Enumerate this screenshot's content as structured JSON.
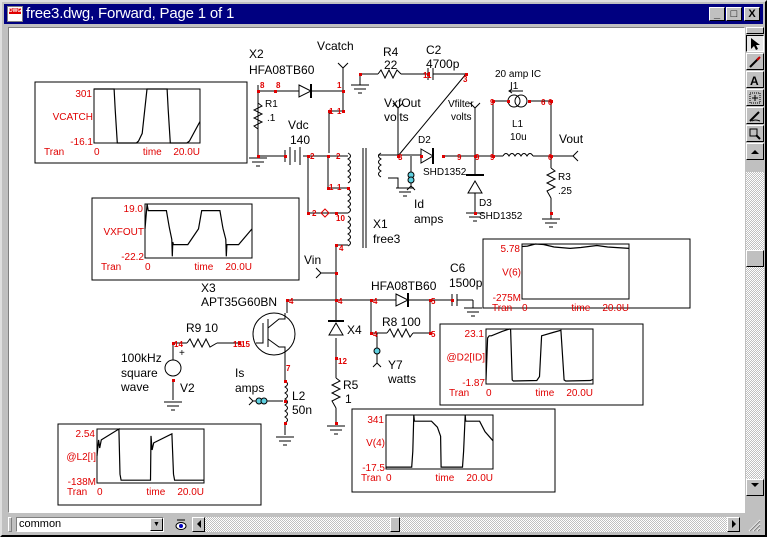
{
  "window": {
    "title": "free3.dwg, Forward, Page 1 of 1",
    "icon": "dwg-file-icon",
    "icon_label": "DWG",
    "buttons": {
      "minimize": "_",
      "maximize": "□",
      "close": "X"
    }
  },
  "toolbar": {
    "tools": [
      {
        "name": "pointer-tool",
        "icon": "arrow-pointer-icon"
      },
      {
        "name": "wire-tool",
        "icon": "pencil-icon"
      },
      {
        "name": "text-tool",
        "icon": "text-A-icon",
        "glyph": "A"
      },
      {
        "name": "part-tool",
        "icon": "dotted-box-icon"
      },
      {
        "name": "probe-tool",
        "icon": "probe-pen-icon"
      },
      {
        "name": "zoom-tool",
        "icon": "magnifier-icon"
      }
    ]
  },
  "bottom": {
    "group_combo_value": "common",
    "eye_icon": "eye-icon"
  },
  "colors": {
    "node": "#e00000",
    "wire": "#000000",
    "probe": "#60d0e0",
    "titlebar": "#000080"
  },
  "schematic": {
    "labels": {
      "x2": "X2",
      "x2_model": "HFA08TB60",
      "vcatch": "Vcatch",
      "r4": "R4",
      "r4_val": "22",
      "c2": "C2",
      "c2_val": "4700p",
      "i1_note": "20 amp IC",
      "i1": "I1",
      "r1": "R1",
      "r1_val": ".1",
      "vdc": "Vdc",
      "vdc_val": "140",
      "vxfout": "VxfOut",
      "vxfout_unit": "volts",
      "vfilter": "Vfilter",
      "vfilter_unit": "volts",
      "l1": "L1",
      "l1_val": "10u",
      "vout": "Vout",
      "d2": "D2",
      "d2_model": "SHD1352",
      "r3": "R3",
      "r3_val": ".25",
      "id": "Id",
      "id_unit": "amps",
      "d3": "D3",
      "d3_model": "SHD1352",
      "x1": "X1",
      "x1_model": "free3",
      "vin": "Vin",
      "c6": "C6",
      "c6_val": "1500p",
      "x3": "X3",
      "x3_model": "APT35G60BN",
      "d_hfa": "HFA08TB60",
      "r9": "R9 10",
      "r8": "R8 100",
      "x4": "X4",
      "y7": "Y7",
      "y7_unit": "watts",
      "v2_desc1": "100kHz",
      "v2_desc2": "square",
      "v2_desc3": "wave",
      "v2": "V2",
      "v2_plus": "+",
      "is": "Is",
      "is_unit": "amps",
      "l2": "L2",
      "l2_val": "50n",
      "r5": "R5",
      "r5_val": "1"
    },
    "nodes": {
      "n8a": "8",
      "n8b": "8",
      "n1a": "1",
      "n11": "11",
      "n3a": "3",
      "n9a": "9",
      "n6a": "6",
      "n6b": "6",
      "n1b": "1",
      "n1c": "1",
      "n2a": "2",
      "n2b": "2",
      "n3b": "3",
      "n9b": "9",
      "n9c": "9",
      "n9d": "9",
      "n6c": "6",
      "n1d": "1",
      "n1e": "1",
      "n2c": "2",
      "n10": "10",
      "n4a": "4",
      "n4b": "4",
      "n4c": "4",
      "n4d": "4",
      "n5a": "5",
      "n5b": "5",
      "n4e": "4",
      "n14": "14",
      "n15a": "15",
      "n15b": "15",
      "n7": "7",
      "n12": "12"
    }
  },
  "chart_data": [
    {
      "type": "line",
      "name": "vcatch-plot",
      "analysis": "Tran",
      "ylabel": "VCATCH",
      "xlabel": "time",
      "xlim": [
        0,
        20.0
      ],
      "xtick_labels": [
        "0",
        "20.0U"
      ],
      "ylim": [
        -16.1,
        301
      ],
      "ytick_labels": [
        "301",
        "-16.1"
      ],
      "x": [
        0,
        3.8,
        4.0,
        4.4,
        8.0,
        8.4,
        9.1,
        10.0,
        13.8,
        14.0,
        14.4,
        17.5,
        18.0,
        20.0
      ],
      "y": [
        301,
        301,
        180,
        -16.1,
        -16.1,
        -5,
        40,
        301,
        301,
        180,
        -16.1,
        -16.1,
        -5,
        110
      ]
    },
    {
      "type": "line",
      "name": "vxfout-plot",
      "analysis": "Tran",
      "ylabel": "VXFOUT",
      "xlabel": "time",
      "xlim": [
        0,
        20.0
      ],
      "xtick_labels": [
        "0",
        "20.0U"
      ],
      "ylim": [
        -22.2,
        19.0
      ],
      "ytick_labels": [
        "19.0",
        "-22.2"
      ],
      "x": [
        0,
        0.2,
        0.4,
        0.6,
        1.0,
        4.0,
        4.5,
        4.6,
        5.0,
        5.1,
        5.2,
        5.3,
        8.0,
        10.0,
        10.6,
        14.0,
        14.5,
        14.6,
        15.1,
        15.2,
        15.3,
        17.5,
        20.0
      ],
      "y": [
        0,
        10,
        19,
        14,
        14,
        14,
        2,
        0,
        -8,
        -21,
        -10,
        -12,
        -12,
        0,
        14,
        14,
        2,
        0,
        -8,
        -21,
        -12,
        -12,
        0
      ]
    },
    {
      "type": "line",
      "name": "v6-plot",
      "analysis": "Tran",
      "ylabel": "V(6)",
      "xlabel": "time",
      "xlim": [
        0,
        20.0
      ],
      "xtick_labels": [
        "0",
        "20.0U"
      ],
      "ylim": [
        -0.275,
        5.78
      ],
      "ytick_labels": [
        "5.78",
        "-275M"
      ],
      "x": [
        0,
        1.0,
        2.5,
        4.0,
        6.0,
        9.0,
        11.0,
        14.0,
        16.0,
        20.0
      ],
      "y": [
        5.5,
        5.55,
        5.78,
        5.72,
        5.45,
        5.3,
        5.4,
        5.62,
        5.45,
        5.3
      ]
    },
    {
      "type": "line",
      "name": "d2-current-plot",
      "analysis": "Tran",
      "ylabel": "@D2[ID]",
      "xlabel": "time",
      "xlim": [
        0,
        20.0
      ],
      "xtick_labels": [
        "0",
        "20.0U"
      ],
      "ylim": [
        -1.87,
        23.1
      ],
      "ytick_labels": [
        "23.1",
        "-1.87"
      ],
      "x": [
        0,
        0.3,
        0.6,
        1.0,
        3.0,
        4.4,
        4.6,
        4.9,
        5.1,
        9.5,
        10.0,
        10.4,
        12.5,
        14.0,
        14.6,
        14.9,
        15.1,
        19.5,
        20.0
      ],
      "y": [
        0,
        19,
        20,
        20,
        22,
        23.1,
        23,
        0,
        -0.5,
        -0.3,
        1.5,
        20,
        21.5,
        22.5,
        0,
        -0.5,
        -0.5,
        -0.3,
        0.2
      ]
    },
    {
      "type": "line",
      "name": "v4-plot",
      "analysis": "Tran",
      "ylabel": "V(4)",
      "xlabel": "time",
      "xlim": [
        0,
        20.0
      ],
      "xtick_labels": [
        "0",
        "20.0U"
      ],
      "ylim": [
        -17.5,
        341
      ],
      "ytick_labels": [
        "341",
        "-17.5"
      ],
      "x": [
        0,
        4.8,
        5.0,
        5.2,
        5.3,
        5.5,
        8.5,
        9.6,
        10.2,
        10.3,
        14.3,
        14.5,
        14.8,
        14.9,
        15.1,
        17.5,
        18.5,
        20.0
      ],
      "y": [
        -5,
        -5,
        100,
        341,
        300,
        300,
        300,
        260,
        200,
        -5,
        -5,
        100,
        341,
        300,
        300,
        300,
        230,
        170
      ]
    },
    {
      "type": "line",
      "name": "l2-current-plot",
      "analysis": "Tran",
      "ylabel": "@L2[I]",
      "xlabel": "time",
      "xlim": [
        0,
        20.0
      ],
      "xtick_labels": [
        "0",
        "20.0U"
      ],
      "ylim": [
        -0.138,
        2.54
      ],
      "ytick_labels": [
        "2.54",
        "-138M"
      ],
      "x": [
        0,
        0.3,
        0.5,
        0.8,
        4.1,
        4.3,
        4.5,
        10.0,
        10.1,
        10.3,
        10.6,
        14.0,
        14.3,
        14.5,
        20.0
      ],
      "y": [
        1.2,
        2.0,
        1.6,
        2.0,
        2.54,
        0.3,
        0.0,
        0.0,
        2.2,
        1.5,
        1.85,
        2.3,
        0.3,
        0.0,
        0.0
      ]
    }
  ]
}
